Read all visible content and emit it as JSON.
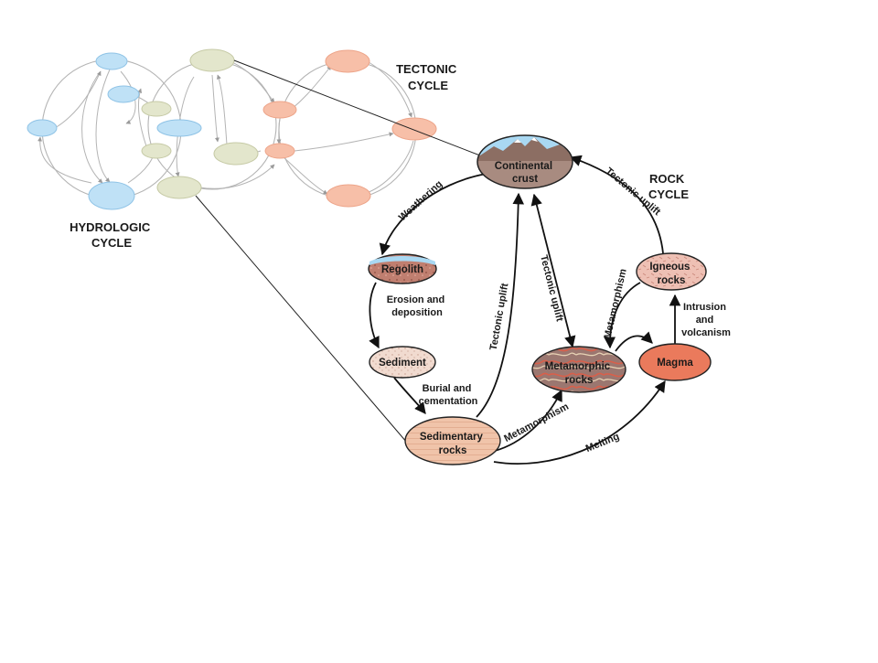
{
  "cycles": {
    "hydrologic": [
      "HYDROLOGIC",
      "CYCLE"
    ],
    "tectonic": [
      "TECTONIC",
      "CYCLE"
    ],
    "rock": [
      "ROCK",
      "CYCLE"
    ]
  },
  "nodes": {
    "continental_crust": [
      "Continental",
      "crust"
    ],
    "regolith": [
      "Regolith"
    ],
    "sediment": [
      "Sediment"
    ],
    "sedimentary_rocks": [
      "Sedimentary",
      "rocks"
    ],
    "metamorphic_rocks": [
      "Metamorphic",
      "rocks"
    ],
    "igneous_rocks": [
      "Igneous",
      "rocks"
    ],
    "magma": [
      "Magma"
    ]
  },
  "processes": {
    "weathering": "Weathering",
    "erosion": [
      "Erosion and",
      "deposition"
    ],
    "burial": [
      "Burial and",
      "cementation"
    ],
    "uplift_sedimentary": "Tectonic uplift",
    "uplift_metamorphic": "Tectonic uplift",
    "uplift_igneous": "Tectonic uplift",
    "metamorphism_sedimentary": "Metamorphism",
    "metamorphism_igneous": "Metamorphism",
    "melting": "Melting",
    "intrusion": [
      "Intrusion",
      "and",
      "volcanism"
    ]
  },
  "colors": {
    "hydrologic_node": "#bfe1f6",
    "hydrologic_node_stroke": "#8fc3e6",
    "linking_node": "#e3e6cc",
    "linking_node_stroke": "#c6caa6",
    "tectonic_node": "#f7bfa8",
    "tectonic_node_stroke": "#eda58a",
    "faded_arrow": "#b4b4b4",
    "arrow": "#111111",
    "crust_ground": "#a88b80",
    "crust_sky": "#a9d8f2",
    "regolith": "#c07f70",
    "sediment": "#f1dbd0",
    "sedimentary": "#f0c4aa",
    "metamorphic": "#9b7770",
    "igneous": "#eec0b4",
    "magma": "#ea7a5c"
  }
}
